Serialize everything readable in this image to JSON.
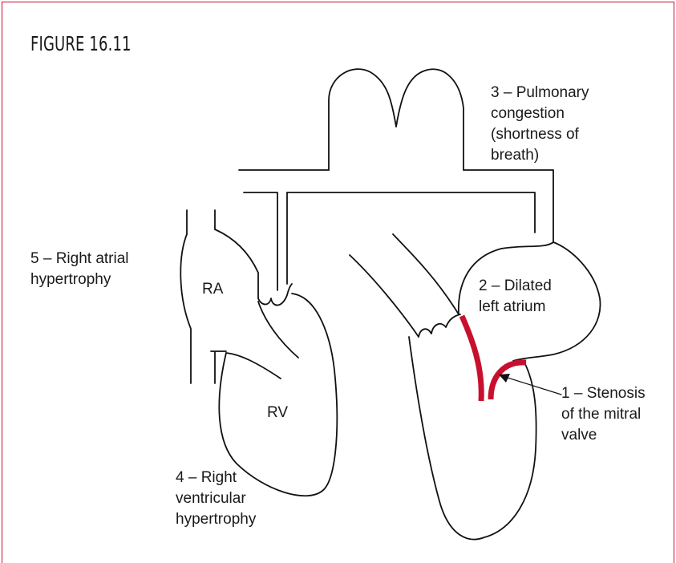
{
  "figure": {
    "title": "FIGURE 16.11",
    "accent_color": "#c8102e"
  },
  "labels": {
    "pulmonary": [
      "3 – Pulmonary",
      "congestion",
      "(shortness of",
      "breath)"
    ],
    "right_atrial": [
      "5 – Right atrial",
      "hypertrophy"
    ],
    "ra": "RA",
    "rv": "RV",
    "left_atrium": [
      "2 – Dilated",
      "left atrium"
    ],
    "stenosis": [
      "1 – Stenosis",
      "of the mitral",
      "valve"
    ],
    "right_ventricular": [
      "4 – Right",
      "ventricular",
      "hypertrophy"
    ]
  }
}
